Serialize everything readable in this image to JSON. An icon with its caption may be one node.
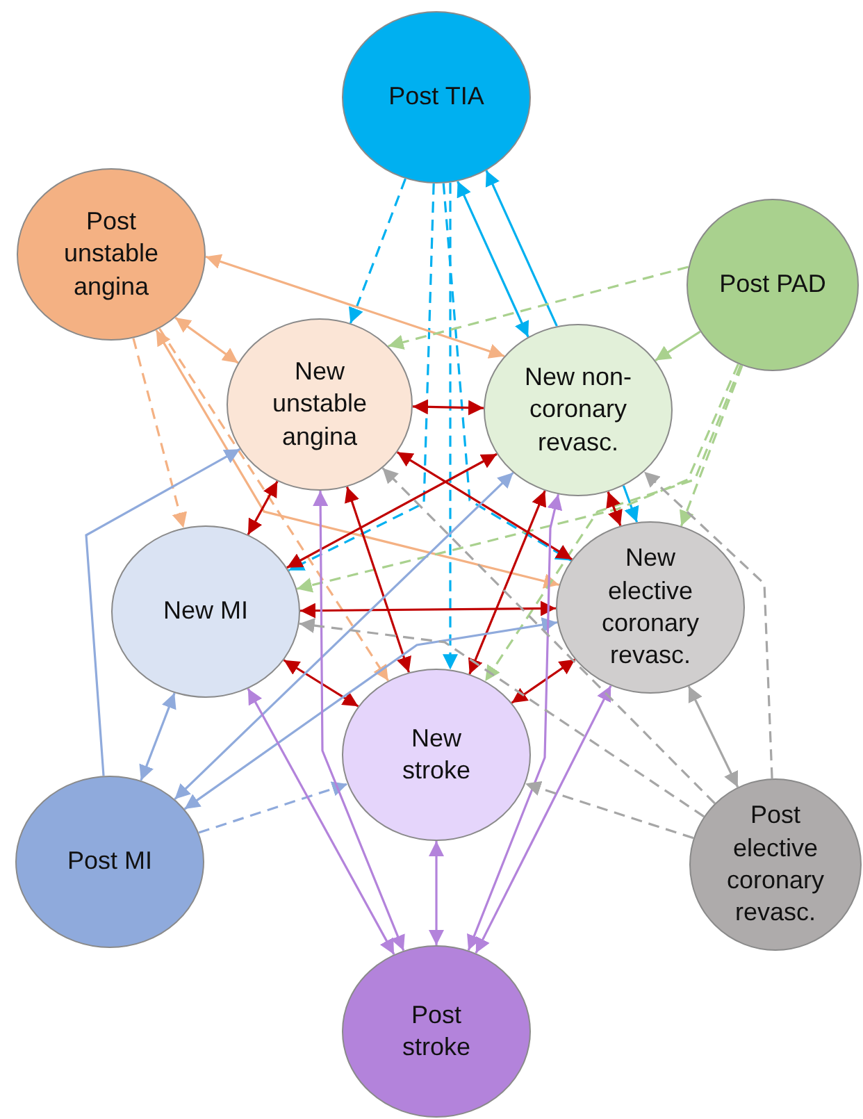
{
  "diagram": {
    "nodes": [
      {
        "text": [
          "Post TIA"
        ]
      },
      {
        "text": [
          "Post unstable angina"
        ]
      },
      {
        "text": [
          "Post PAD"
        ]
      },
      {
        "text": [
          "New unstable angina"
        ]
      },
      {
        "text": [
          "New non-coronary revasc."
        ]
      },
      {
        "text": [
          "New MI"
        ]
      },
      {
        "text": [
          "New elective coronary revasc."
        ]
      },
      {
        "text": [
          "New stroke"
        ]
      },
      {
        "text": [
          "Post MI"
        ]
      },
      {
        "text": [
          "Post elective coronary revasc."
        ]
      },
      {
        "text": [
          "Post stroke"
        ]
      }
    ],
    "edges": [
      {
        "from": 0,
        "to": 3,
        "arrow": "to",
        "style": "dashed",
        "color": "#00b0f0"
      },
      {
        "from": 0,
        "to": 5,
        "arrow": "to",
        "style": "dashed",
        "color": "#00b0f0"
      },
      {
        "from": 0,
        "to": 7,
        "arrow": "to",
        "style": "dashed",
        "color": "#00b0f0"
      },
      {
        "from": 0,
        "to": 6,
        "arrow": "to",
        "style": "dashed",
        "color": "#00b0f0"
      },
      {
        "from": 4,
        "to": 0,
        "arrow": "to",
        "color": "#00b0f0"
      },
      {
        "from": 0,
        "to": 4,
        "arrow": "both",
        "color": "#00b0f0"
      },
      {
        "from": 4,
        "to": 6,
        "arrow": "to",
        "color": "#00b0f0"
      },
      {
        "from": 1,
        "to": 4,
        "arrow": "both",
        "color": "#f4b183"
      },
      {
        "from": 1,
        "to": 6,
        "arrow": "both",
        "color": "#f4b183"
      },
      {
        "from": 1,
        "to": 3,
        "arrow": "both",
        "color": "#f4b183"
      },
      {
        "from": 1,
        "to": 5,
        "arrow": "to",
        "style": "dashed",
        "color": "#f4b183"
      },
      {
        "from": 1,
        "to": 7,
        "arrow": "to",
        "style": "dashed",
        "color": "#f4b183"
      },
      {
        "from": 2,
        "to": 3,
        "arrow": "to",
        "style": "dashed",
        "color": "#a9d18e"
      },
      {
        "from": 2,
        "to": 4,
        "arrow": "to",
        "color": "#a9d18e"
      },
      {
        "from": 2,
        "to": 5,
        "arrow": "to",
        "style": "dashed",
        "color": "#a9d18e"
      },
      {
        "from": 2,
        "to": 7,
        "arrow": "to",
        "style": "dashed",
        "color": "#a9d18e"
      },
      {
        "from": 2,
        "to": 6,
        "arrow": "to",
        "style": "dashed",
        "color": "#a9d18e"
      },
      {
        "from": 3,
        "to": 4,
        "arrow": "both",
        "color": "#c00000"
      },
      {
        "from": 3,
        "to": 5,
        "arrow": "both",
        "color": "#c00000"
      },
      {
        "from": 4,
        "to": 5,
        "arrow": "both",
        "color": "#c00000"
      },
      {
        "from": 3,
        "to": 7,
        "arrow": "both",
        "color": "#c00000"
      },
      {
        "from": 3,
        "to": 6,
        "arrow": "both",
        "color": "#c00000"
      },
      {
        "from": 4,
        "to": 7,
        "arrow": "both",
        "color": "#c00000"
      },
      {
        "from": 4,
        "to": 6,
        "arrow": "both",
        "color": "#c00000"
      },
      {
        "from": 5,
        "to": 6,
        "arrow": "both",
        "color": "#c00000"
      },
      {
        "from": 5,
        "to": 7,
        "arrow": "both",
        "color": "#c00000"
      },
      {
        "from": 6,
        "to": 7,
        "arrow": "both",
        "color": "#c00000"
      },
      {
        "from": 8,
        "to": 3,
        "arrow": "to",
        "color": "#8faadc"
      },
      {
        "from": 8,
        "to": 5,
        "arrow": "both",
        "color": "#8faadc"
      },
      {
        "from": 8,
        "to": 4,
        "arrow": "both",
        "color": "#8faadc"
      },
      {
        "from": 8,
        "to": 6,
        "arrow": "both",
        "color": "#8faadc"
      },
      {
        "from": 8,
        "to": 7,
        "arrow": "to",
        "style": "dashed",
        "color": "#8faadc"
      },
      {
        "from": 10,
        "to": 3,
        "arrow": "both",
        "color": "#b383db"
      },
      {
        "from": 10,
        "to": 4,
        "arrow": "both",
        "color": "#b383db"
      },
      {
        "from": 10,
        "to": 7,
        "arrow": "both",
        "color": "#b383db"
      },
      {
        "from": 10,
        "to": 5,
        "arrow": "both",
        "color": "#b383db"
      },
      {
        "from": 10,
        "to": 6,
        "arrow": "both",
        "color": "#b383db"
      },
      {
        "from": 9,
        "to": 4,
        "arrow": "to",
        "style": "dashed",
        "color": "#a6a6a6"
      },
      {
        "from": 9,
        "to": 3,
        "arrow": "to",
        "style": "dashed",
        "color": "#a6a6a6"
      },
      {
        "from": 9,
        "to": 5,
        "arrow": "to",
        "style": "dashed",
        "color": "#a6a6a6"
      },
      {
        "from": 9,
        "to": 7,
        "arrow": "to",
        "style": "dashed",
        "color": "#a6a6a6"
      },
      {
        "from": 9,
        "to": 6,
        "arrow": "both",
        "color": "#a6a6a6"
      }
    ]
  }
}
